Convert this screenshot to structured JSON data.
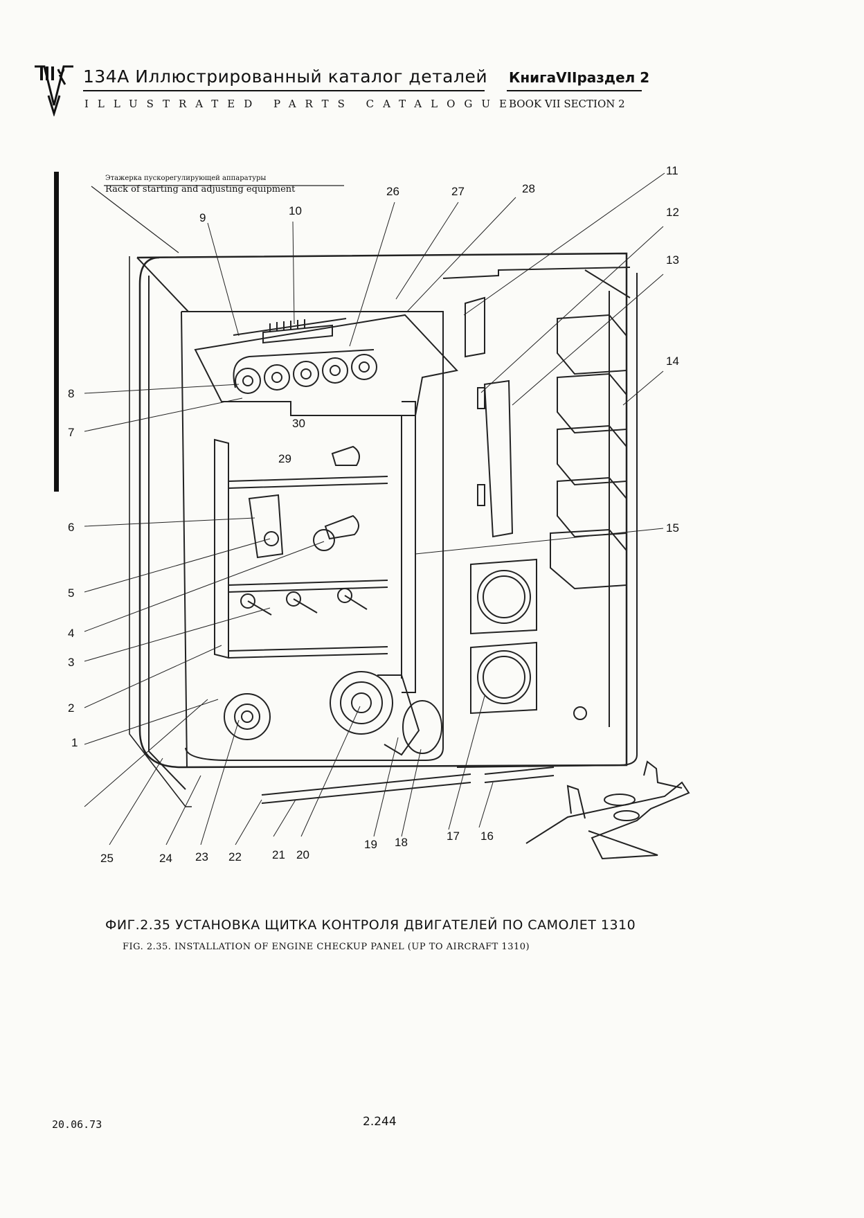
{
  "header": {
    "model": "134A",
    "title_ru": "Иллюстрированный каталог деталей",
    "title_en": "ILLUSTRATED PARTS CATALOGUE",
    "book_ru": "КнигаVIIраздел 2",
    "book_en": "BOOK VII SECTION 2"
  },
  "figure": {
    "rack_label_ru": "Этажерка пускорегулирующей аппаратуры",
    "rack_label_en": "Rack of starting and adjusting equipment",
    "callouts": [
      "1",
      "2",
      "3",
      "4",
      "5",
      "6",
      "7",
      "8",
      "9",
      "10",
      "11",
      "12",
      "13",
      "14",
      "15",
      "16",
      "17",
      "18",
      "19",
      "20",
      "21",
      "22",
      "23",
      "24",
      "25",
      "26",
      "27",
      "28",
      "29",
      "30"
    ]
  },
  "caption": {
    "ru": "ФИГ.2.35 УСТАНОВКА ЩИТКА КОНТРОЛЯ ДВИГАТЕЛЕЙ ПО САМОЛЕТ 1310",
    "en": "FIG. 2.35. INSTALLATION OF ENGINE CHECKUP PANEL (UP TO AIRCRAFT 1310)"
  },
  "footer": {
    "date": "20.06.73",
    "page_number": "2.244"
  }
}
